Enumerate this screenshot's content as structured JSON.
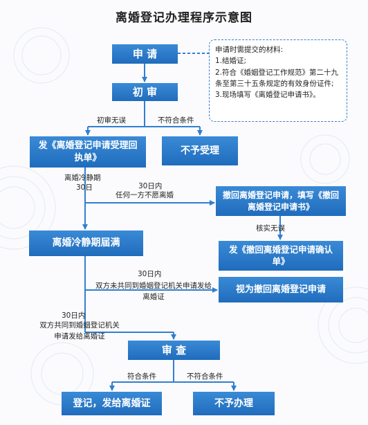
{
  "title": "离婚登记办理程序示意图",
  "boxes": {
    "apply": "申 请",
    "initial_review": "初 审",
    "issue_receipt": "发《离婚登记申请受理回执单》",
    "not_accepted": "不予受理",
    "cooling_period_expired": "离婚冷静期届满",
    "withdraw_application": "撤回离婚登记申请，填写《撤回离婚登记申请书》",
    "issue_withdraw_confirmation": "发《撤回离婚登记申请确认单》",
    "deemed_withdrawn": "视为撤回离婚登记申请",
    "review": "审 查",
    "register_issue_certificate": "登记，发给离婚证",
    "not_processed": "不予办理"
  },
  "materials_note": {
    "heading": "申请时需提交的材料:",
    "items": [
      "1.结婚证;",
      "2.符合《婚姻登记工作规范》第二十九条至第三十五条规定的有效身份证件;",
      "3.现场填写《离婚登记申请书》。"
    ]
  },
  "labels": {
    "initial_ok": "初审无误",
    "not_qualified_1": "不符合条件",
    "cooling_period": "离婚冷静期",
    "days_30_a": "30日",
    "within_30_days": "30日内",
    "either_party_unwilling": "任何一方不愿离婚",
    "verified_ok": "核实无误",
    "not_jointly_applied": "双方未共同到婚姻登记机关申请发给离婚证",
    "jointly_applied": "双方共同到婚姻登记机关申请发给离婚证",
    "qualified": "符合条件",
    "not_qualified_2": "不符合条件"
  },
  "colors": {
    "box_fill": "#2a7ccc",
    "line": "#2f7fd0",
    "note_border": "#3a7bc8"
  }
}
